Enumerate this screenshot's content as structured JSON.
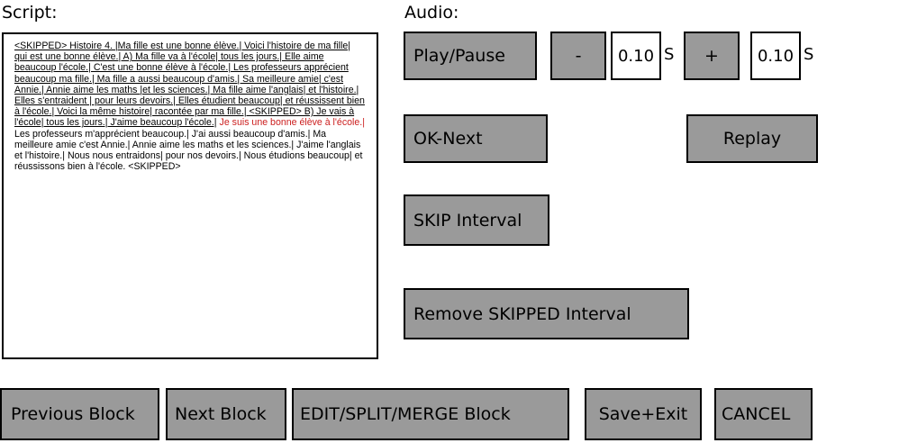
{
  "labels": {
    "script": "Script:",
    "audio": "Audio:"
  },
  "script": {
    "heard_text": "<SKIPPED> Histoire 4. |Ma fille est une bonne élève.| Voici l'histoire de ma fille| qui est une bonne élève.| A) Ma fille va à l'école| tous les jours.| Elle aime beaucoup l'école.| C'est une bonne élève à l'école.| Les professeurs apprécient beaucoup ma fille.| Ma fille a aussi beaucoup d'amis.| Sa meilleure amie| c'est Annie.| Annie aime les maths |et les sciences.| Ma fille aime l'anglais| et l'histoire.| Elles s'entraident | pour leurs devoirs.| Elles étudient beaucoup| et réussissent bien à l'école.| Voici la même histoire| racontée par ma fille.| <SKIPPED> B) Je vais à l'école| tous les jours.| J'aime beaucoup l'école.|",
    "current_text": "Je suis une bonne élève à l'école.|",
    "remaining_text": " Les professeurs m'apprécient beaucoup.| J'ai aussi beaucoup d'amis.| Ma meilleure amie c'est Annie.| Annie aime les maths et les sciences.| J'aime l'anglais et l'histoire.| Nous nous entraidons| pour nos devoirs.| Nous étudions beaucoup| et réussissons bien à l'école. <SKIPPED>"
  },
  "audio": {
    "play_pause": "Play/Pause",
    "minus": "-",
    "start_offset": "0.10",
    "start_unit": "S",
    "plus": "+",
    "end_offset": "0.10",
    "end_unit": "S",
    "ok_next": "OK-Next",
    "replay": "Replay",
    "skip_interval": "SKIP Interval",
    "remove_skipped": "Remove SKIPPED Interval"
  },
  "footer": {
    "previous_block": "Previous Block",
    "next_block": "Next Block",
    "edit_block": "EDIT/SPLIT/MERGE Block",
    "save_exit": "Save+Exit",
    "cancel": "CANCEL"
  },
  "colors": {
    "button_fill": "#9a9a9a",
    "current_segment": "#cc2020"
  }
}
